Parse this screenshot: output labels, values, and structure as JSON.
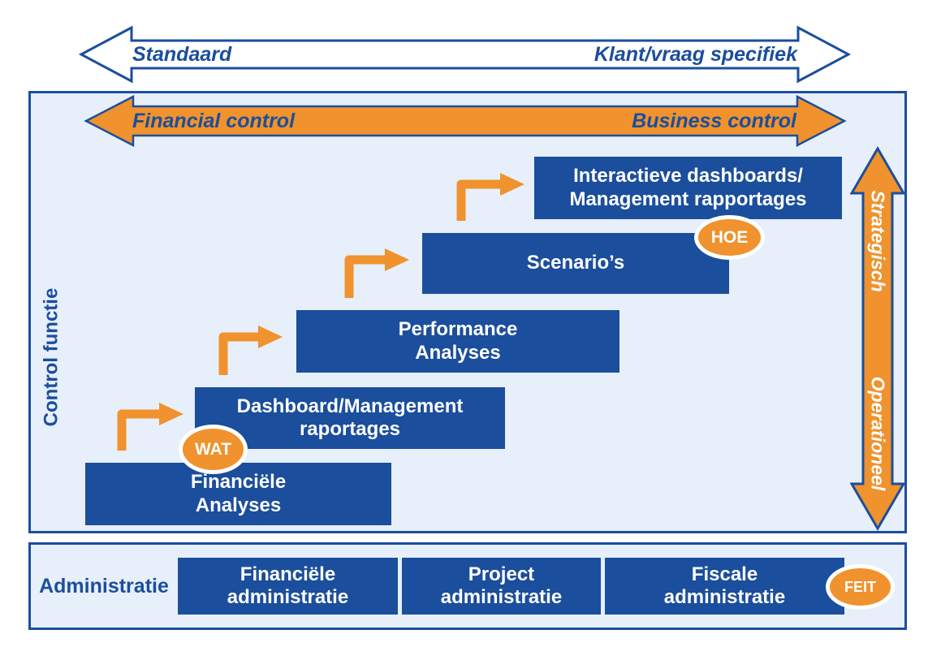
{
  "colors": {
    "dark_blue": "#1b4e9c",
    "orange": "#f0922d",
    "panel_light_blue": "#e7effa",
    "white": "#ffffff"
  },
  "top_axis": {
    "left_label": "Standaard",
    "right_label": "Klant/vraag specifiek"
  },
  "control_section": {
    "side_label": "Control functie",
    "control_axis": {
      "left_label": "Financial control",
      "right_label": "Business control"
    },
    "right_axis": {
      "top_label": "Strategisch",
      "bottom_label": "Operationeel"
    },
    "steps": [
      {
        "label": "Financiële\nAnalyses"
      },
      {
        "label": "Dashboard/Management\nraportages"
      },
      {
        "label": "Performance\nAnalyses"
      },
      {
        "label": "Scenario’s"
      },
      {
        "label": "Interactieve dashboards/\nManagement rapportages"
      }
    ],
    "badge_wat": "WAT",
    "badge_hoe": "HOE"
  },
  "administration_section": {
    "side_label": "Administratie",
    "boxes": [
      {
        "label": "Financiële\nadministratie"
      },
      {
        "label": "Project\nadministratie"
      },
      {
        "label": "Fiscale\nadministratie"
      }
    ],
    "badge_feit": "FEIT"
  }
}
